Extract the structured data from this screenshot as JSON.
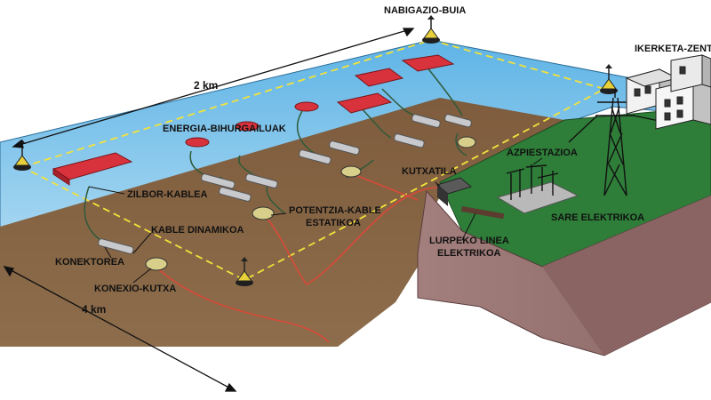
{
  "labels": {
    "nav_buoy": "NABIGAZIO-BUIA",
    "distance_2km": "2 km",
    "distance_4km": "4 km",
    "control_center": "IKERKETA-ZENTROA",
    "energy_converters": "ENERGIA-BIHURGAILUAK",
    "umbilical_cable": "ZILBOR-KABLEA",
    "dynamic_cable": "KABLE DINAMIKOA",
    "connector": "KONEKTOREA",
    "connection_box": "KONEXIO-KUTXA",
    "static_power_cable_1": "POTENTZIA-KABLE",
    "static_power_cable_2": "ESTATIKOA",
    "junction_box": "KUTXATILA",
    "substation": "AZPIESTAZIOA",
    "grid": "SARE ELEKTRIKOA",
    "underground_line_1": "LURPEKO LINEA",
    "underground_line_2": "ELEKTRIKOA"
  },
  "colors": {
    "sea": "#8fc9ea",
    "seabed": "#8b6a48",
    "land_top": "#2f7d3a",
    "land_side": "#9a7474",
    "converter": "#d8323c",
    "cable_red": "#d84a38",
    "cable_green": "#2f5a3a",
    "boundary_dash": "#f2e23a"
  }
}
